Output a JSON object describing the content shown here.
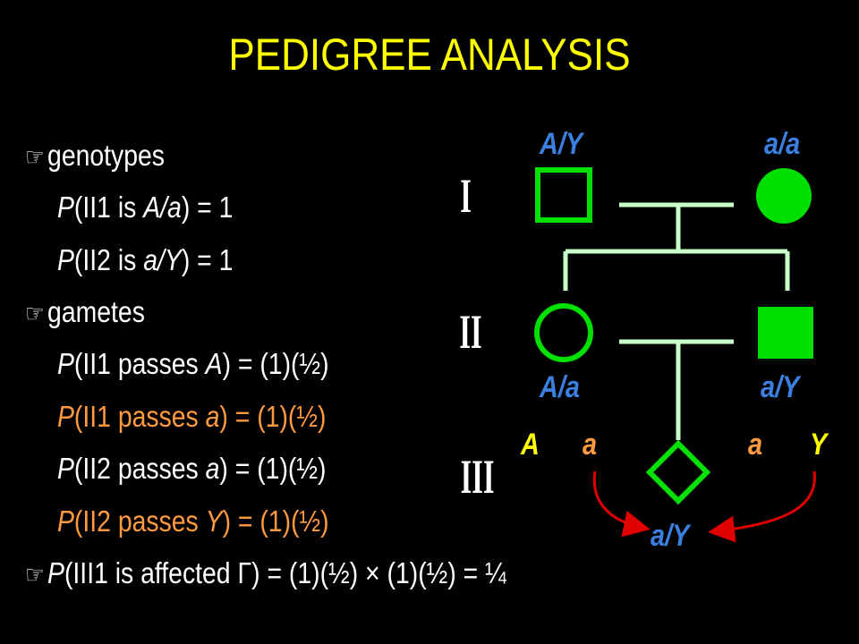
{
  "title": "PEDIGREE ANALYSIS",
  "colors": {
    "title": "#ffff00",
    "text": "#ffffff",
    "highlight": "#ff9a40",
    "genotype": "#3b7fe0",
    "symbol": "#00e000",
    "line": "#c8ffc8",
    "arrow": "#e00000"
  },
  "bullet_icon": "pointing-hand-icon",
  "lines": {
    "genotypes": "genotypes",
    "p_ii1": {
      "p": "P",
      "a": "(II1 is ",
      "b": "A/a",
      "c": ") = 1"
    },
    "p_ii2": {
      "p": "P",
      "a": "(II2 is ",
      "b": "a/Y",
      "c": ") = 1"
    },
    "gametes": "gametes",
    "g1": {
      "p": "P",
      "a": "(II1 passes ",
      "b": "A",
      "c": ") = (1)(½)"
    },
    "g2": {
      "p": "P",
      "a": "(II1 passes ",
      "b": "a",
      "c": ") = (1)(½)"
    },
    "g3": {
      "p": "P",
      "a": "(II2 passes ",
      "b": "a",
      "c": ") = (1)(½)"
    },
    "g4": {
      "p": "P",
      "a": "(II2 passes ",
      "b": "Y",
      "c": ") = (1)(½)"
    },
    "final": {
      "p": "P",
      "a": "(III1 is affected ",
      "sym": "Γ",
      "c": ") = (1)(½) × (1)(½) = ¼"
    }
  },
  "generations": [
    "I",
    "II",
    "III"
  ],
  "genotypes": {
    "i_father": "A/Y",
    "i_mother": "a/a",
    "ii_mother": "A/a",
    "ii_father": "a/Y",
    "gamete_A": "A",
    "gamete_a_mother": "a",
    "gamete_a_father": "a",
    "gamete_Y": "Y",
    "iii_child": "a/Y"
  }
}
